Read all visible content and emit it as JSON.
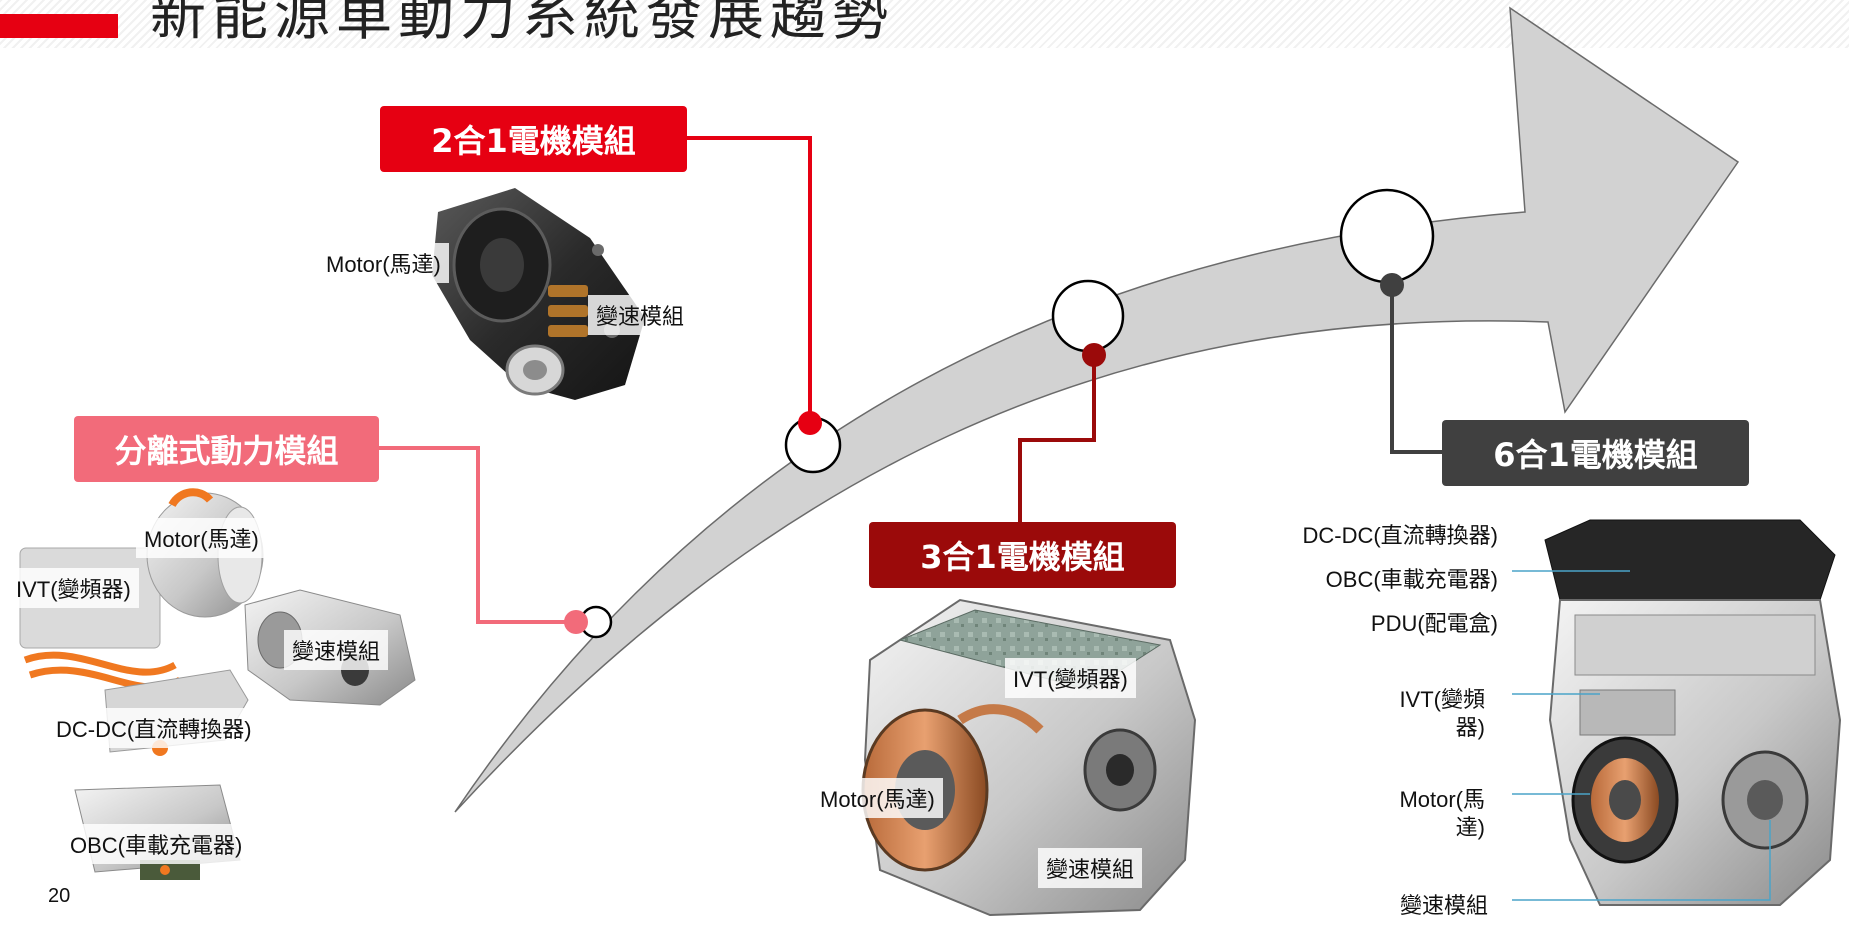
{
  "title": "新能源車動力系統發展趨勢",
  "page_number": "20",
  "colors": {
    "accent_red": "#e60012",
    "stage_pink": "#f26b7a",
    "stage_dark_red": "#9b0a0a",
    "stage_dark_gray": "#404040",
    "arrow_fill": "#d2d2d2"
  },
  "stages": {
    "separate": {
      "label": "分離式動力模組",
      "components": {
        "motor": "Motor(馬達)",
        "ivt": "IVT(變頻器)",
        "gearbox": "變速模組",
        "dcdc": "DC-DC(直流轉換器)",
        "obc": "OBC(車載充電器)"
      }
    },
    "two_in_one": {
      "label": "2合1電機模組",
      "components": {
        "motor": "Motor(馬達)",
        "gearbox": "變速模組"
      }
    },
    "three_in_one": {
      "label": "3合1電機模組",
      "components": {
        "ivt": "IVT(變頻器)",
        "motor": "Motor(馬達)",
        "gearbox": "變速模組"
      }
    },
    "six_in_one": {
      "label": "6合1電機模組",
      "components": {
        "dcdc": "DC-DC(直流轉換器)",
        "obc": "OBC(車載充電器)",
        "pdu": "PDU(配電盒)",
        "ivt_line1": "IVT(變頻",
        "ivt_line2": "器)",
        "motor_line1": "Motor(馬",
        "motor_line2": "達)",
        "gearbox": "變速模組"
      }
    }
  }
}
